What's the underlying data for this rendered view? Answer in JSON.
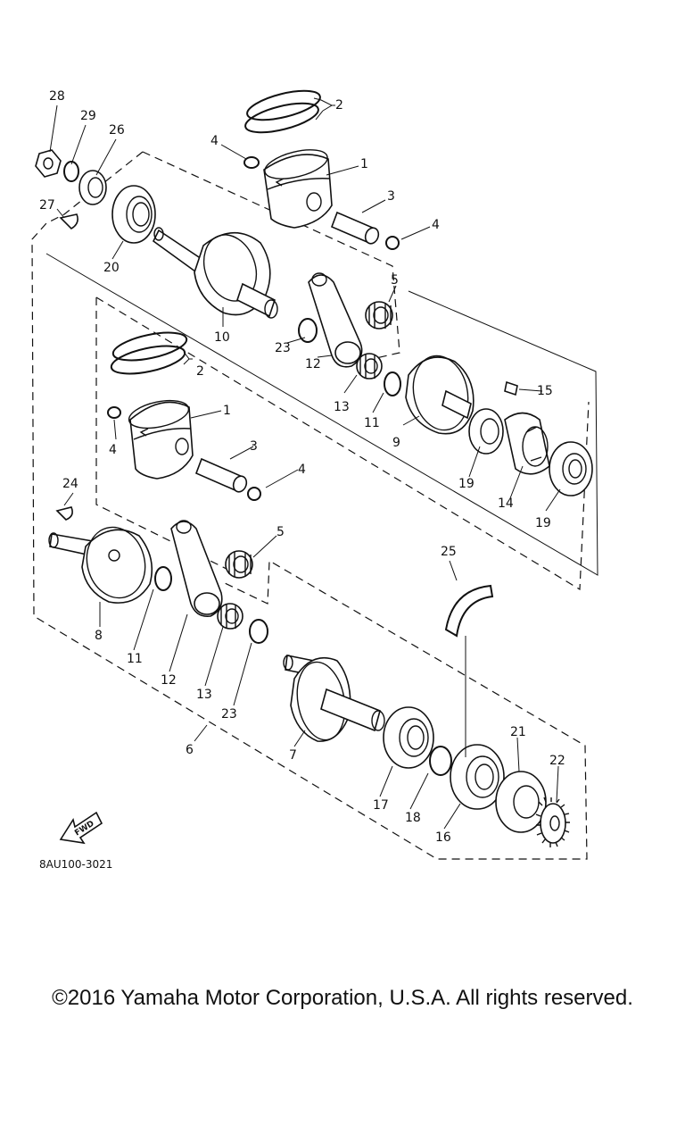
{
  "diagram": {
    "part_labels": {
      "p1a": "1",
      "p1b": "1",
      "p2a": "2",
      "p2b": "2",
      "p3a": "3",
      "p3b": "3",
      "p4a": "4",
      "p4b": "4",
      "p4c": "4",
      "p4d": "4",
      "p5a": "5",
      "p5b": "5",
      "p6": "6",
      "p7": "7",
      "p8": "8",
      "p9": "9",
      "p10": "10",
      "p11a": "11",
      "p11b": "11",
      "p12a": "12",
      "p12b": "12",
      "p13a": "13",
      "p13b": "13",
      "p14": "14",
      "p15": "15",
      "p16": "16",
      "p17": "17",
      "p18": "18",
      "p19a": "19",
      "p19b": "19",
      "p20": "20",
      "p21": "21",
      "p22": "22",
      "p23a": "23",
      "p23b": "23",
      "p24": "24",
      "p25": "25",
      "p26": "26",
      "p27": "27",
      "p28": "28",
      "p29": "29"
    },
    "fwd_label": "FWD",
    "diagram_code": "8AU100-3021"
  },
  "footer": {
    "copyright": "©2016 Yamaha Motor Corporation, U.S.A. All rights reserved."
  }
}
